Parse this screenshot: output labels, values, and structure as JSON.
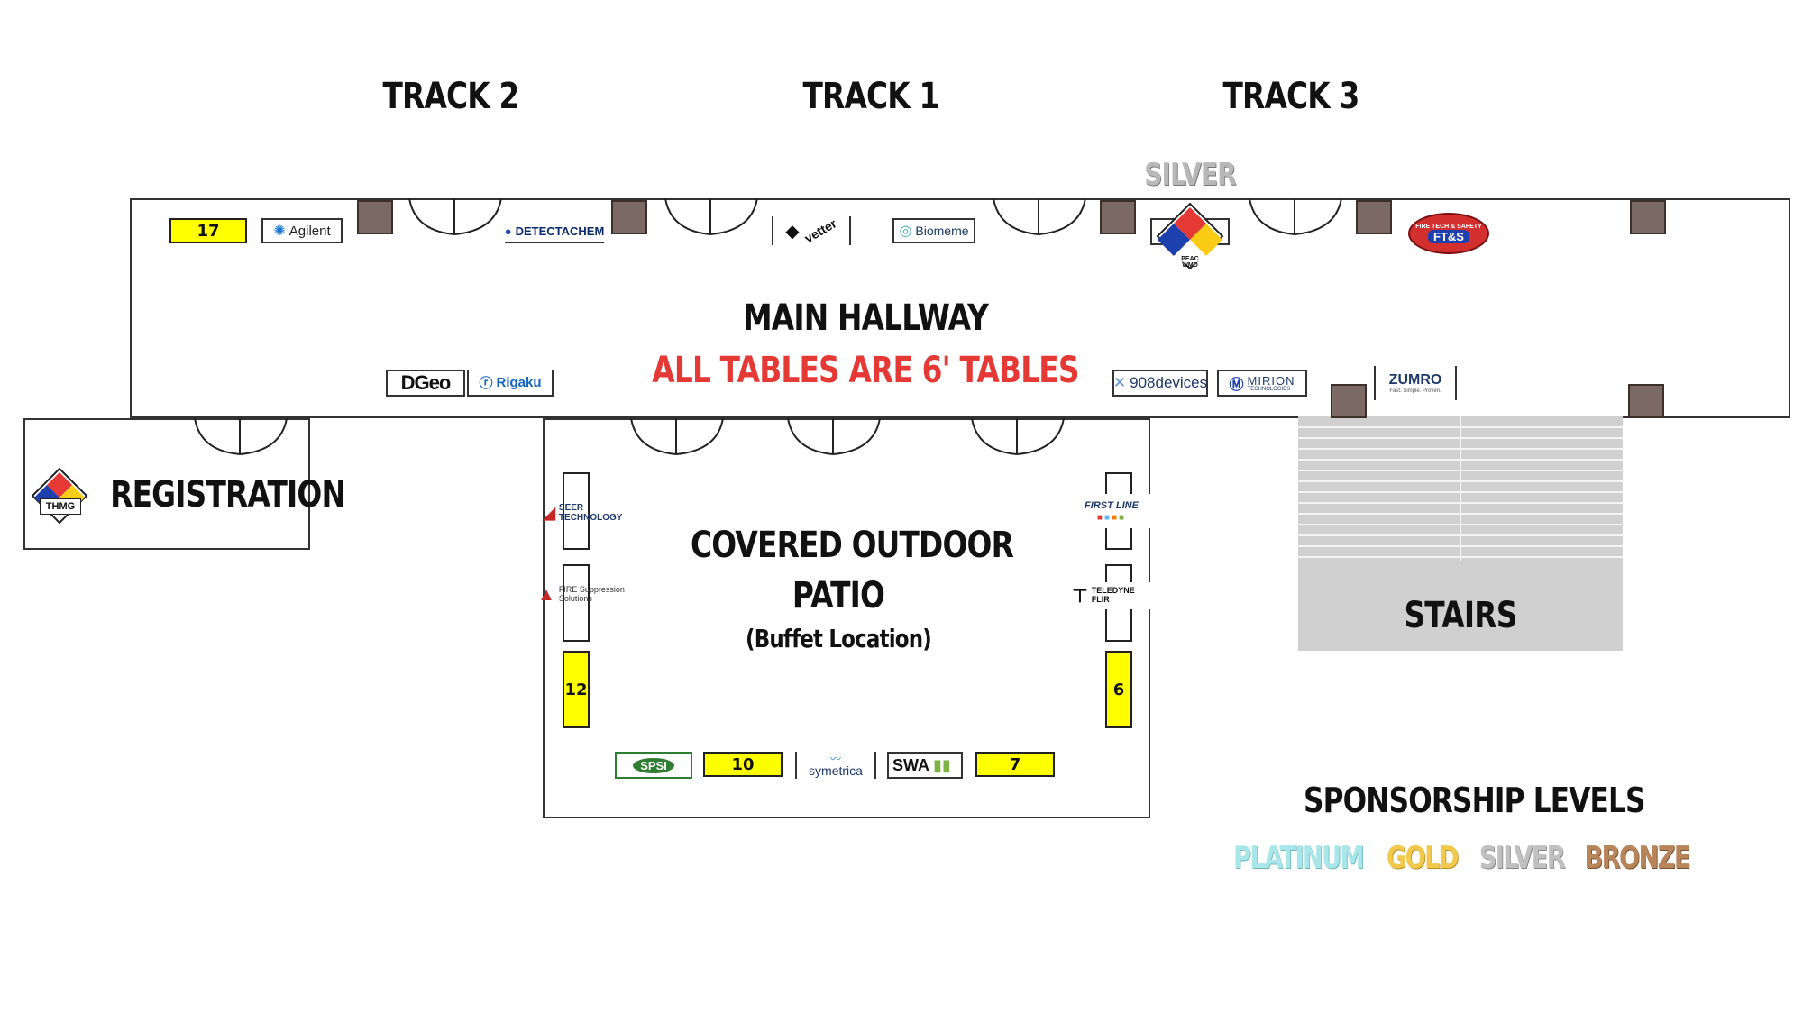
{
  "tracks": {
    "track2": "TRACK 2",
    "track1": "TRACK 1",
    "track3": "TRACK 3"
  },
  "rooms": {
    "main_hallway": "MAIN HALLWAY",
    "tables_note": "ALL TABLES ARE 6' TABLES",
    "patio_line1": "COVERED OUTDOOR",
    "patio_line2": "PATIO",
    "patio_line3": "(Buffet Location)",
    "registration": "REGISTRATION",
    "stairs": "STAIRS"
  },
  "silver_label": "SILVER",
  "table_numbers": {
    "t17": "17",
    "t12": "12",
    "t10": "10",
    "t7": "7",
    "t6": "6"
  },
  "exhibitors": {
    "agilent": "Agilent",
    "detectachem": "DETECTACHEM",
    "vetter": "vetter",
    "biomeme": "Biomeme",
    "peac": "PEAC WMD",
    "ftas": "FIRE TECH & SAFETY",
    "ftas_abbr": "FT&S",
    "dgeo": "DGeo",
    "rigaku": "Rigaku",
    "devices908": "908devices",
    "mirion": "MIRION",
    "mirion_sub": "TECHNOLOGIES",
    "zumro": "ZUMRO",
    "zumro_tag": "Fast. Simple. Proven.",
    "thmg": "THMG",
    "seer": "SEER TECHNOLOGY",
    "fire_supp": "FIRE Suppression Solutions",
    "firstline": "FIRST LINE",
    "teledyne": "TELEDYNE FLIR",
    "spsi": "SPSI",
    "symetrica": "symetrica",
    "swa": "SWA"
  },
  "sponsorship": {
    "heading": "SPONSORSHIP LEVELS",
    "levels": [
      {
        "name": "PLATINUM",
        "color": "#a8e6ea"
      },
      {
        "name": "GOLD",
        "color": "#f2c94c"
      },
      {
        "name": "SILVER",
        "color": "#c0c0c0"
      },
      {
        "name": "BRONZE",
        "color": "#b8845a"
      }
    ]
  },
  "colors": {
    "table_yellow": "#ffff00",
    "pillar": "#7b6a63",
    "stairs": "#d0d0d0",
    "note_red": "#e53935"
  }
}
